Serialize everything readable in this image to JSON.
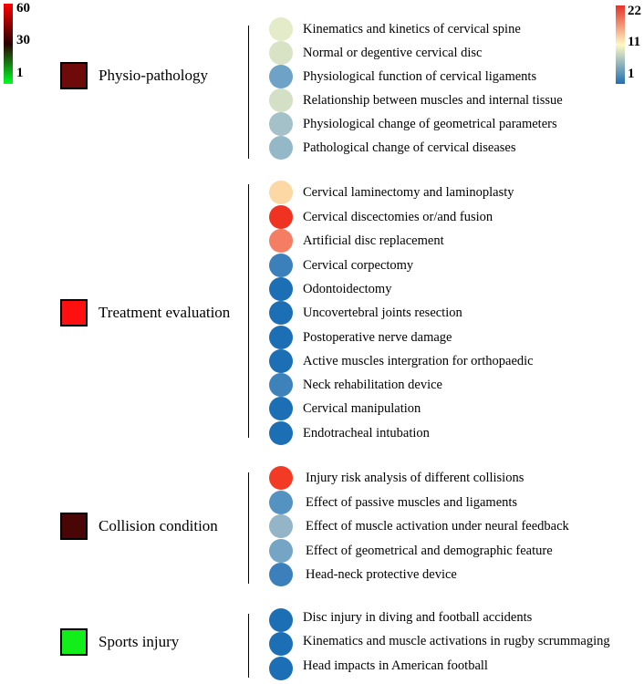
{
  "legend_left": {
    "ticks": [
      "60",
      "30",
      "1"
    ],
    "colors": [
      "#ff0000",
      "#2a0000",
      "#00ff22"
    ]
  },
  "legend_right": {
    "ticks": [
      "22",
      "11",
      "1"
    ],
    "colors": [
      "#e53228",
      "#fff8c4",
      "#1f6fb4"
    ]
  },
  "categories": [
    {
      "name": "Physio-pathology",
      "color": "#6e0a0a",
      "items": [
        {
          "label": "Kinematics and kinetics of cervical spine",
          "color": "#e4ebc8"
        },
        {
          "label": "Normal or degentive cervical disc",
          "color": "#d8e3c6"
        },
        {
          "label": "Physiological function of cervical ligaments",
          "color": "#6fa2c7"
        },
        {
          "label": "Relationship between muscles and internal tissue",
          "color": "#d4e0c5"
        },
        {
          "label": "Physiological change of geometrical parameters",
          "color": "#a4c0c9"
        },
        {
          "label": "Pathological change of cervical diseases",
          "color": "#95b8c9"
        }
      ]
    },
    {
      "name": "Treatment evaluation",
      "color": "#ff1010",
      "items": [
        {
          "label": "Cervical laminectomy and laminoplasty",
          "color": "#fbd8a4"
        },
        {
          "label": "Cervical discectomies or/and fusion",
          "color": "#f03222"
        },
        {
          "label": "Artificial disc replacement",
          "color": "#f47d63"
        },
        {
          "label": "Cervical corpectomy",
          "color": "#3b80ba"
        },
        {
          "label": "Odontoidectomy",
          "color": "#1c6fb5"
        },
        {
          "label": "Uncovertebral joints resection",
          "color": "#1c6fb5"
        },
        {
          "label": "Postoperative nerve damage",
          "color": "#1c6fb5"
        },
        {
          "label": "Active muscles intergration for orthopaedic",
          "color": "#1c6fb5"
        },
        {
          "label": "Neck rehabilitation device",
          "color": "#3e82bb"
        },
        {
          "label": "Cervical manipulation",
          "color": "#1c6fb5"
        },
        {
          "label": "Endotracheal intubation",
          "color": "#1c6fb5"
        }
      ]
    },
    {
      "name": "Collision condition",
      "color": "#4a0606",
      "items": [
        {
          "label": "Injury risk analysis of different collisions",
          "color": "#f23a24"
        },
        {
          "label": "Effect of passive muscles and ligaments",
          "color": "#5492c1"
        },
        {
          "label": "Effect of muscle activation under neural feedback",
          "color": "#93b5c7"
        },
        {
          "label": "Effect of geometrical and demographic feature",
          "color": "#75a5c5"
        },
        {
          "label": "Head-neck protective device",
          "color": "#3b80ba"
        }
      ]
    },
    {
      "name": "Sports injury",
      "color": "#12ee1a",
      "items": [
        {
          "label": "Disc injury in diving and football accidents",
          "color": "#1c6fb5"
        },
        {
          "label": "Kinematics and muscle activations in rugby scrummaging",
          "color": "#1c6fb5"
        },
        {
          "label": "Head impacts in American football",
          "color": "#1c6fb5"
        }
      ]
    }
  ]
}
